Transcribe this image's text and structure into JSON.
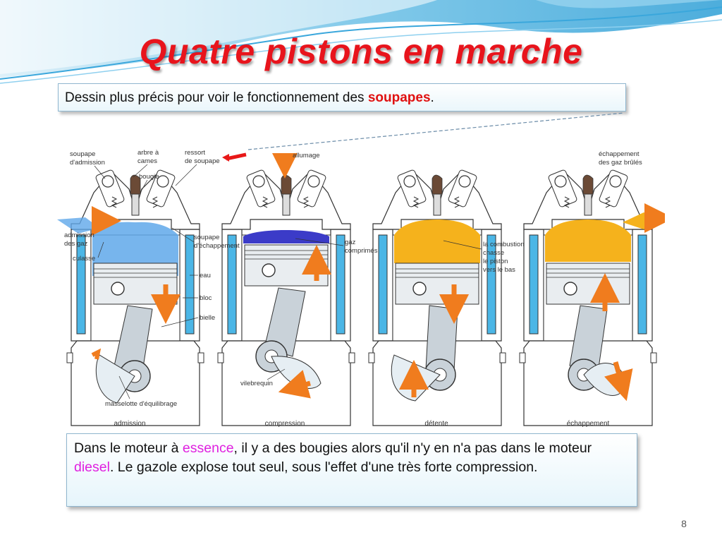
{
  "slide": {
    "title": "Quatre pistons en marche",
    "subtitle_before": "Dessin plus précis pour voir le fonctionnement des ",
    "subtitle_highlight": "soupapes",
    "subtitle_after": ".",
    "page_number": "8"
  },
  "diagram": {
    "labels": {
      "soupape_admission_1": "soupape",
      "soupape_admission_2": "d'admission",
      "arbre_1": "arbre à",
      "arbre_2": "cames",
      "ressort_1": "ressort",
      "ressort_2": "de soupape",
      "bougie": "bougie",
      "admission_gaz_1": "admission",
      "admission_gaz_2": "des gaz",
      "culasse": "culasse",
      "soupape_echap_1": "soupape",
      "soupape_echap_2": "d'échappement",
      "eau": "eau",
      "bloc": "bloc",
      "bielle": "bielle",
      "masselotte": "masselotte d'équilibrage",
      "allumage": "allumage",
      "gaz_comp_1": "gaz",
      "gaz_comp_2": "comprimés",
      "vilebrequin": "vilebrequin",
      "combustion_1": "la combustion",
      "combustion_2": "chasse",
      "combustion_3": "le piston",
      "combustion_4": "vers le bas",
      "echap_gaz_1": "échappement",
      "echap_gaz_2": "des gaz brûlés"
    },
    "stages": [
      "admission",
      "compression",
      "détente",
      "échappement"
    ],
    "colors": {
      "water": "#4bb6e6",
      "admission_gas": "#5fa8ea",
      "compression_gas": "#3b3bc8",
      "combustion_gas": "#f5b21c",
      "arrow": "#f07c1e",
      "pointer_arrow": "#e81818"
    }
  },
  "note": {
    "part1": "Dans le moteur à ",
    "essence": "essence",
    "part2": ",  il y a des bougies alors qu'il n'y en n'a pas dans le moteur ",
    "diesel": "diesel",
    "part3": ". Le gazole explose tout seul, sous l'effet d'une très forte compression."
  }
}
